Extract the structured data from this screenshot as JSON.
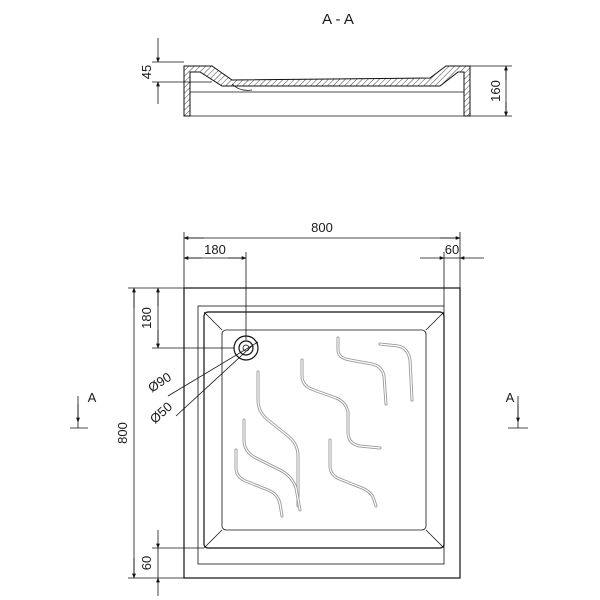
{
  "section": {
    "title": "A - A",
    "height_rim": "45",
    "height_total": "160"
  },
  "plan": {
    "width": "800",
    "depth": "800",
    "drain_offset_x": "180",
    "drain_offset_y": "180",
    "border_right": "60",
    "border_bottom": "60",
    "drain_outer": "Ø90",
    "drain_inner": "Ø50",
    "cut_marker_left": "A",
    "cut_marker_right": "A"
  },
  "colors": {
    "line": "#111111",
    "groove": "#9a9a9a",
    "background": "#ffffff"
  }
}
